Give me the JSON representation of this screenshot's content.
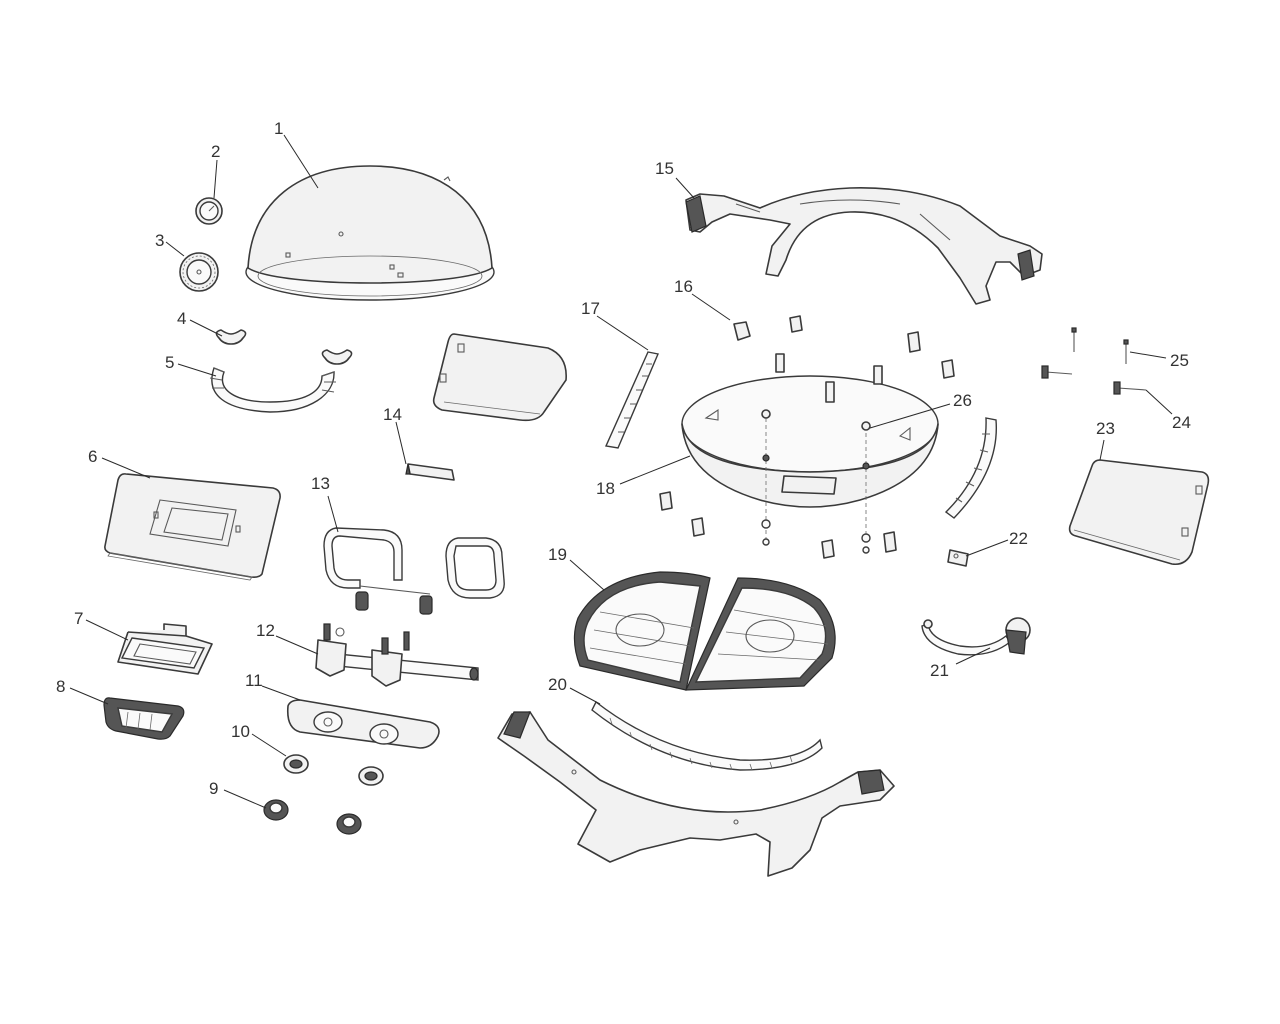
{
  "parts": [
    {
      "id": 1,
      "label": "1",
      "name": "lid"
    },
    {
      "id": 2,
      "label": "2",
      "name": "thermometer"
    },
    {
      "id": 3,
      "label": "3",
      "name": "thermometer-bezel"
    },
    {
      "id": 4,
      "label": "4",
      "name": "wing-nut"
    },
    {
      "id": 5,
      "label": "5",
      "name": "lid-handle"
    },
    {
      "id": 6,
      "label": "6",
      "name": "cart-plate"
    },
    {
      "id": 7,
      "label": "7",
      "name": "grease-tray-frame"
    },
    {
      "id": 8,
      "label": "8",
      "name": "grease-tray"
    },
    {
      "id": 9,
      "label": "9",
      "name": "control-knob"
    },
    {
      "id": 10,
      "label": "10",
      "name": "knob-bezel"
    },
    {
      "id": 11,
      "label": "11",
      "name": "control-panel"
    },
    {
      "id": 12,
      "label": "12",
      "name": "gas-valve-manifold"
    },
    {
      "id": 13,
      "label": "13",
      "name": "burner"
    },
    {
      "id": 14,
      "label": "14",
      "name": "ignitor-bracket"
    },
    {
      "id": 15,
      "label": "15",
      "name": "rear-leg-frame"
    },
    {
      "id": 16,
      "label": "16",
      "name": "clip"
    },
    {
      "id": 17,
      "label": "17",
      "name": "side-heat-shield-left"
    },
    {
      "id": 18,
      "label": "18",
      "name": "firebox"
    },
    {
      "id": 19,
      "label": "19",
      "name": "cooking-grate"
    },
    {
      "id": 20,
      "label": "20",
      "name": "front-leg-frame"
    },
    {
      "id": 21,
      "label": "21",
      "name": "regulator-hose"
    },
    {
      "id": 22,
      "label": "22",
      "name": "hose-clamp"
    },
    {
      "id": 23,
      "label": "23",
      "name": "side-shelf-right"
    },
    {
      "id": 24,
      "label": "24",
      "name": "bolt"
    },
    {
      "id": 25,
      "label": "25",
      "name": "pin"
    },
    {
      "id": 26,
      "label": "26",
      "name": "screw-assembly"
    }
  ]
}
